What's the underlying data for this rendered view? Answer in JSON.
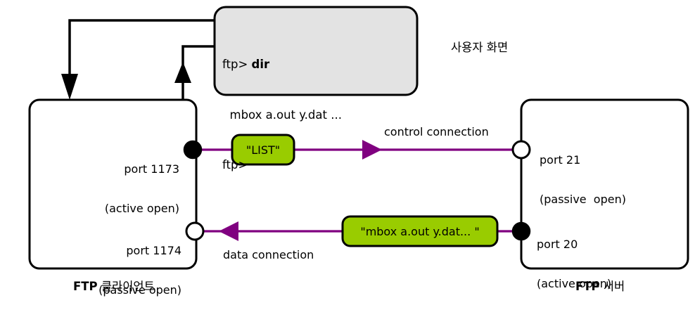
{
  "diagram": {
    "title_caption": "사용자 화면",
    "terminal": {
      "line1_prompt": "ftp> ",
      "line1_command": "dir",
      "line2": "  mbox a.out y.dat ...",
      "line3": "ftp>",
      "fill_color": "#e3e3e3",
      "stroke_color": "#000000"
    },
    "client": {
      "caption_bold": "FTP",
      "caption_rest": " 클라이언트",
      "ports": [
        {
          "name": "port-1173",
          "line1": "port 1173",
          "line2": "(active open)",
          "endpoint": "filled"
        },
        {
          "name": "port-1174",
          "line1": "port 1174",
          "line2": "(passive open)",
          "endpoint": "hollow"
        }
      ]
    },
    "server": {
      "caption_bold": "FTP",
      "caption_rest": " 서버",
      "ports": [
        {
          "name": "port-21",
          "line1": "port 21",
          "line2": "(passive  open)",
          "endpoint": "hollow"
        },
        {
          "name": "port-20",
          "line1": "port 20",
          "line2": "(active open)",
          "endpoint": "filled"
        }
      ]
    },
    "connections": [
      {
        "name": "control-connection",
        "label": "control connection",
        "direction": "client-to-server",
        "message": "\"LIST\""
      },
      {
        "name": "data-connection",
        "label": "data connection",
        "direction": "server-to-client",
        "message": "\"mbox a.out y.dat... \""
      }
    ],
    "colors": {
      "connection_line": "#800080",
      "message_box_fill": "#99cc00",
      "message_box_stroke": "#000000",
      "terminal_fill": "#e3e3e3",
      "outline": "#000000",
      "background": "#ffffff"
    }
  }
}
